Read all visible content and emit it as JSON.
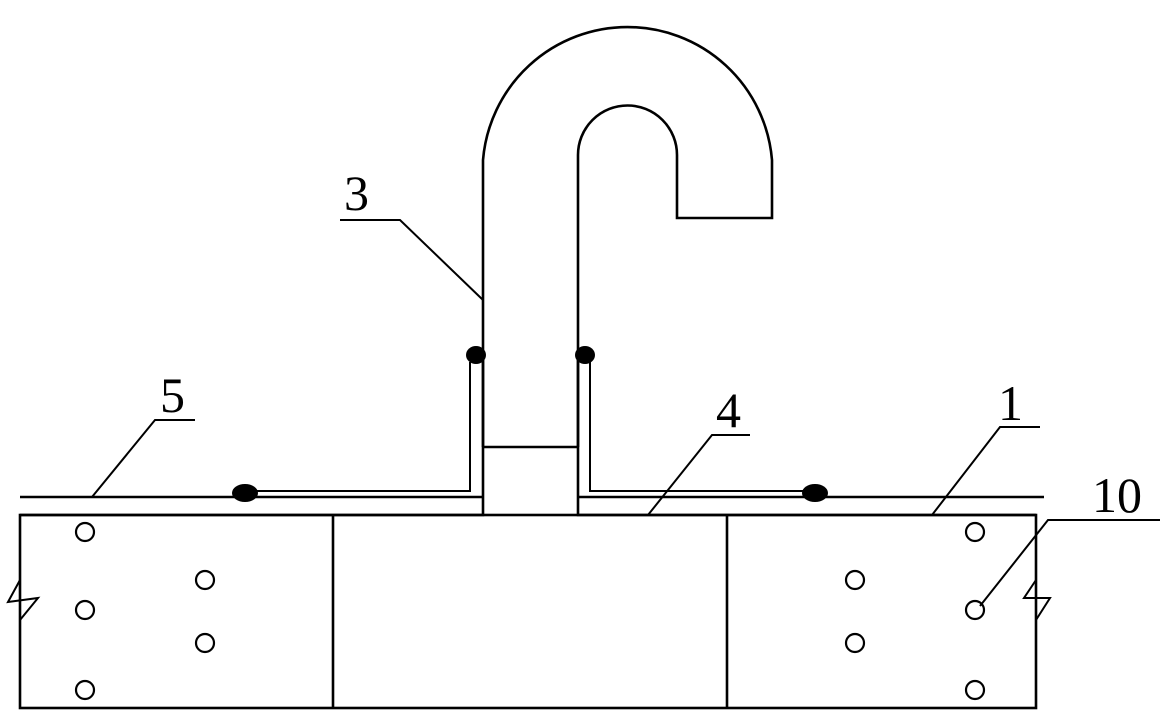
{
  "labels": {
    "l3": "3",
    "l5": "5",
    "l4": "4",
    "l1": "1",
    "l10": "10"
  },
  "colors": {
    "stroke": "#000000",
    "background": "#ffffff"
  }
}
